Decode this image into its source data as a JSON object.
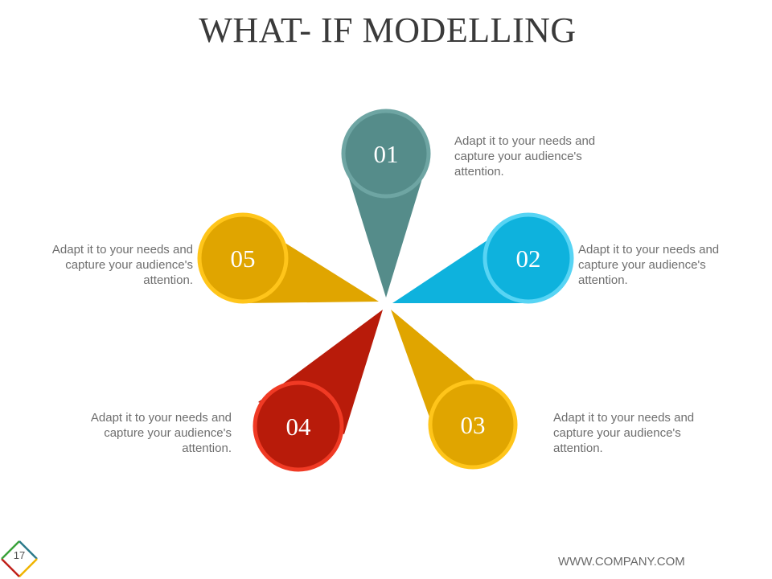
{
  "title": "WHAT- IF MODELLING",
  "steps": [
    {
      "number": "01",
      "text": "Adapt it to your needs and capture your audience's attention.",
      "color": "#558c8a",
      "ring": "#6ea5a3"
    },
    {
      "number": "02",
      "text": "Adapt it to your needs and capture your audience's attention.",
      "color": "#0eb2dd",
      "ring": "#57d4f4"
    },
    {
      "number": "03",
      "text": "Adapt it to your needs and capture your audience's attention.",
      "color": "#e0a500",
      "ring": "#ffc51a"
    },
    {
      "number": "04",
      "text": "Adapt it to your needs and capture your audience's attention.",
      "color": "#b81b0a",
      "ring": "#f03a24"
    },
    {
      "number": "05",
      "text": "Adapt it to your needs and capture your audience's attention.",
      "color": "#e0a500",
      "ring": "#ffc51a"
    }
  ],
  "footer": {
    "url": "WWW.COMPANY.COM",
    "page": "17"
  },
  "badge_colors": [
    "#2b7a8a",
    "#f0b400",
    "#c0201a",
    "#3aa23a"
  ]
}
